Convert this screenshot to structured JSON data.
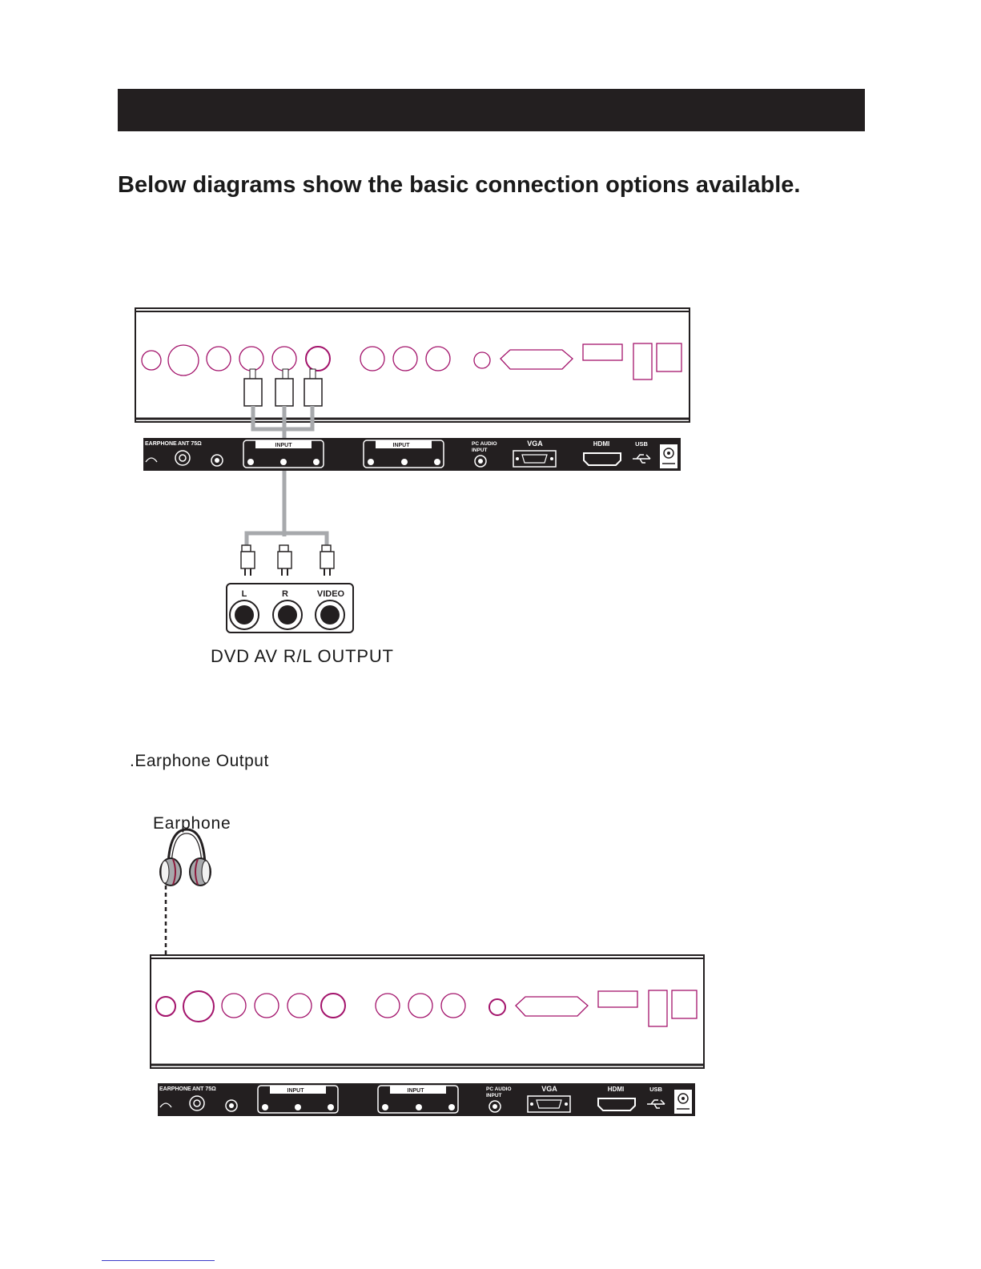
{
  "page": {
    "intro": "Below diagrams show the basic connection options available."
  },
  "av_diagram": {
    "caption": "DVD  AV R/L OUTPUT",
    "jack_labels": [
      "L",
      "R",
      "VIDEO"
    ]
  },
  "earphone_diagram": {
    "section_title": ".Earphone Output",
    "device_label": "Earphone"
  },
  "port_strip": {
    "earphone": "EARPHONE",
    "ant": "ANT 75Ω",
    "input_1": "INPUT",
    "input_2": "INPUT",
    "pc_audio_line1": "PC AUDIO",
    "pc_audio_line2": "INPUT",
    "vga": "VGA",
    "hdmi": "HDMI",
    "usb": "USB"
  },
  "colors": {
    "header_bar": "#231f20",
    "port_outline": "#a3136b",
    "cable": "#a7a9ac",
    "panel": "#231f20"
  }
}
